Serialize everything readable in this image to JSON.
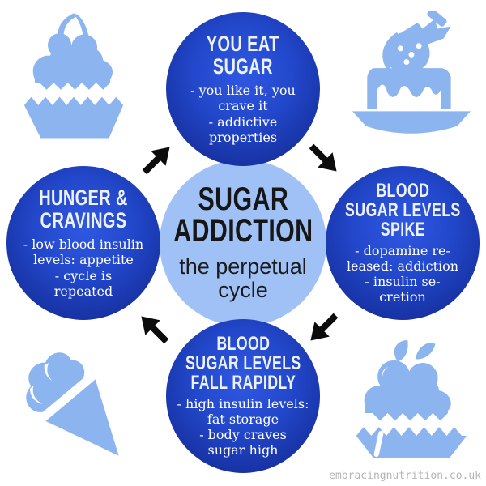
{
  "center": {
    "title_lines": [
      "SUGAR",
      "ADDICTION"
    ],
    "subtitle_lines": [
      "the perpetual",
      "cycle"
    ]
  },
  "nodes": {
    "top": {
      "heading_lines": [
        "YOU EAT",
        "SUGAR"
      ],
      "body_lines": [
        "- you like it, you",
        "crave it",
        "- addictive",
        "properties"
      ]
    },
    "right": {
      "heading_lines": [
        "BLOOD",
        "SUGAR LEVELS",
        "SPIKE"
      ],
      "body_lines": [
        "- dopamine re-",
        "leased: addiction",
        "- insulin se-",
        "cretion"
      ]
    },
    "bottom": {
      "heading_lines": [
        "BLOOD",
        "SUGAR LEVELS",
        "FALL RAPIDLY"
      ],
      "body_lines": [
        "- high insulin levels:",
        "fat storage",
        "- body craves",
        "sugar high"
      ]
    },
    "left": {
      "heading_lines": [
        "HUNGER &",
        "CRAVINGS"
      ],
      "body_lines": [
        "- low blood insulin",
        "levels: appetite",
        "- cycle is",
        "repeated"
      ]
    }
  },
  "icons": {
    "top_left": "cupcake-with-cherries",
    "top_right": "cake-slice-with-strawberry",
    "bottom_left": "ice-cream-cone",
    "bottom_right": "cupcake-with-cherries-and-leaves"
  },
  "colors": {
    "node_blue_center": "#2f58e2",
    "node_blue_edge": "#112474",
    "center_circle_blue": "#9fc1f5",
    "icon_blue": "#8cb5f0",
    "arrow_black": "#0c0c0c",
    "heading_text": "#edf1f8",
    "body_text": "#ffffff",
    "center_text": "#161616",
    "watermark_gray": "#b5b5b5",
    "background": "#ffffff"
  },
  "watermark": "embracingnutrition.co.uk"
}
